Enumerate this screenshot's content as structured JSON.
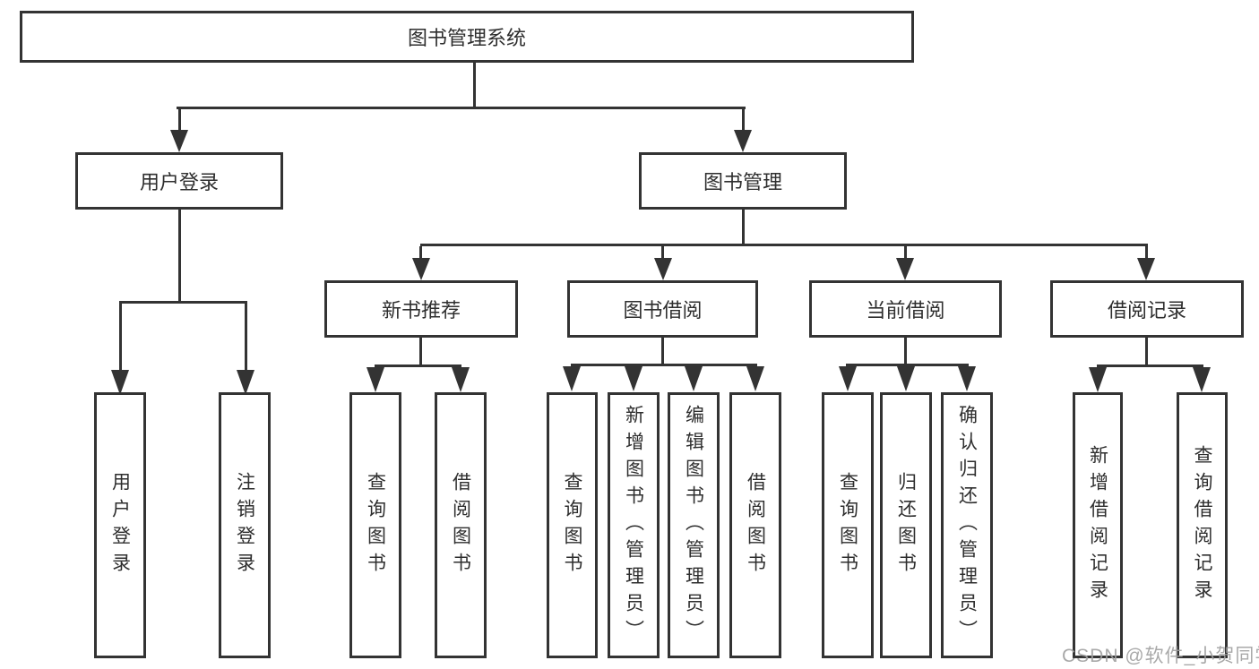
{
  "diagram": {
    "type": "hierarchy-flowchart",
    "root": {
      "label": "图书管理系统"
    },
    "branches": [
      {
        "label": "用户登录",
        "leaves": [
          {
            "label": "用户登录"
          },
          {
            "label": "注销登录"
          }
        ]
      },
      {
        "label": "图书管理",
        "groups": [
          {
            "label": "新书推荐",
            "leaves": [
              {
                "label": "查询图书"
              },
              {
                "label": "借阅图书"
              }
            ]
          },
          {
            "label": "图书借阅",
            "leaves": [
              {
                "label": "查询图书"
              },
              {
                "label": "新增图书（管理员）"
              },
              {
                "label": "编辑图书（管理员）"
              },
              {
                "label": "借阅图书"
              }
            ]
          },
          {
            "label": "当前借阅",
            "leaves": [
              {
                "label": "查询图书"
              },
              {
                "label": "归还图书"
              },
              {
                "label": "确认归还（管理员）"
              }
            ]
          },
          {
            "label": "借阅记录",
            "leaves": [
              {
                "label": "新增借阅记录"
              },
              {
                "label": "查询借阅记录"
              }
            ]
          }
        ]
      }
    ]
  },
  "watermark": {
    "text": "CSDN @软件_小贺同学"
  },
  "colors": {
    "line": "#333333",
    "box_background": "#ffffff",
    "text": "#2e2e2e",
    "watermark": "#a0a0a0"
  }
}
